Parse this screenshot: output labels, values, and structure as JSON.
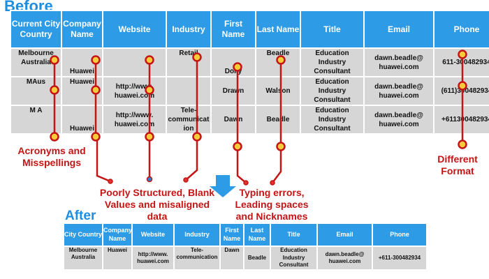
{
  "before": {
    "title": "Before",
    "headers": [
      "Current City Country",
      "Company Name",
      "Website",
      "Industry",
      "First Name",
      "Last Name",
      "Title",
      "Email",
      "Phone"
    ],
    "rows": [
      [
        "Melbourne Australia",
        "Huawei",
        "",
        "Retail",
        "Dolly",
        "Beadle",
        "Education Industry Consultant",
        "dawn.beadle@ huawei.com",
        "611-300482934"
      ],
      [
        "MAus",
        "Huawei",
        "http://www. huawei.com",
        "",
        "Drawn",
        "Walson",
        "Education Industry Consultant",
        "dawn.beadle@ huawei.com",
        "(611)300482934"
      ],
      [
        "M A",
        "Huawei",
        "http://www. huawei.com",
        "Tele- communicat ion",
        "Dawn",
        "Beadle",
        "Education Industry Consultant",
        "dawn.beadle@ huawei.com",
        "+611300482934"
      ]
    ]
  },
  "after": {
    "title": "After",
    "headers": [
      "City Country",
      "Company Name",
      "Website",
      "Industry",
      "First Name",
      "Last Name",
      "Title",
      "Email",
      "Phone"
    ],
    "rows": [
      [
        "Melbourne Australia",
        "Huawei",
        "http://www. huawei.com",
        "Tele- communication",
        "Dawn",
        "Beadle",
        "Education Industry Consultant",
        "dawn.beadle@ huawei.com",
        "+611-300482934"
      ]
    ]
  },
  "annotations": {
    "acronyms": "Acronyms and Misspellings",
    "poorly_structured": "Poorly Structured, Blank Values and misaligned data",
    "typing_errors": "Typing errors, Leading spaces and Nicknames",
    "different_format": "Different Format"
  },
  "colors": {
    "header_blue": "#2e9be6",
    "cell_gray": "#d6d6d6",
    "annotation_red": "#c41414",
    "marker_yellow": "#f6cc3a",
    "arrow_blue": "#2e9be6"
  }
}
